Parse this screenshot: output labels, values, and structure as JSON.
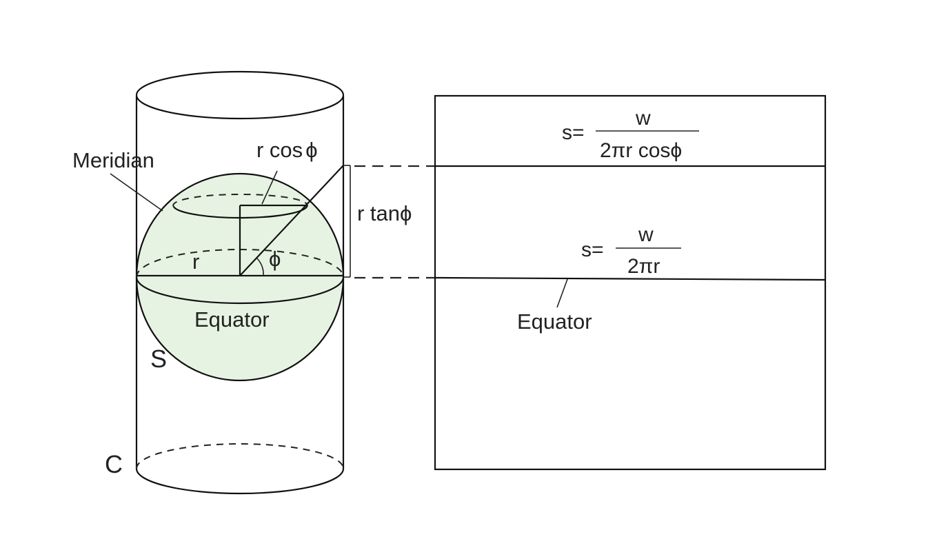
{
  "labels": {
    "meridian": "Meridian",
    "r_cos_phi": "r cos",
    "phi_symbol": "ϕ",
    "r_tan_phi": "r tan",
    "r": "r",
    "equator_sphere": "Equator",
    "sphere_letter": "S",
    "cylinder_letter": "C",
    "equator_map": "Equator"
  },
  "formulas": {
    "upper": {
      "lhs": "s=",
      "numerator": "w",
      "denominator": "2πr cos"
    },
    "lower": {
      "lhs": "s=",
      "numerator": "w",
      "denominator": "2πr"
    }
  },
  "colors": {
    "sphere_fill": "#e6f3e2",
    "line": "#111111"
  }
}
